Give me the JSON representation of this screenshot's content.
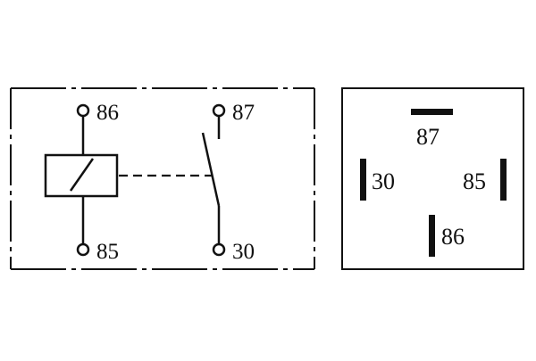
{
  "schematic": {
    "coil_terminals": {
      "top": "86",
      "bottom": "85"
    },
    "switch_terminals": {
      "top": "87",
      "bottom": "30"
    }
  },
  "pin_layout": {
    "pins": {
      "top": "87",
      "left": "30",
      "right": "85",
      "bottom": "86"
    }
  },
  "colors": {
    "ink": "#111111",
    "background": "#ffffff"
  }
}
